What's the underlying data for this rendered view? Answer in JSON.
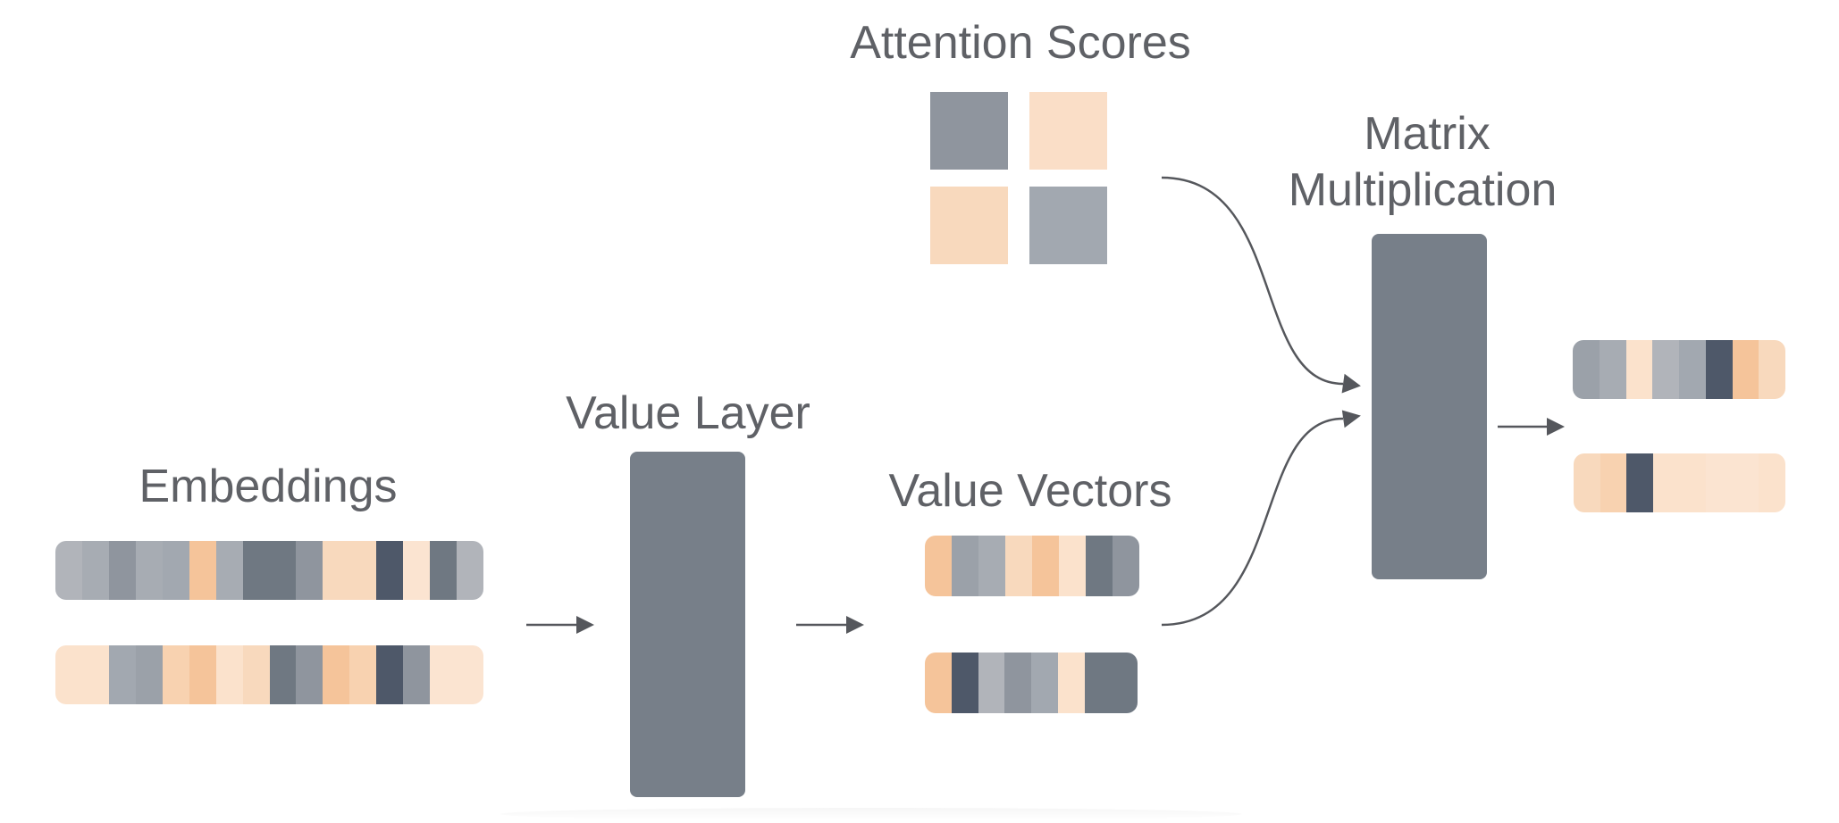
{
  "labels": {
    "embeddings": "Embeddings",
    "value_layer": "Value Layer",
    "value_vectors": "Value Vectors",
    "attention_scores": "Attention Scores",
    "matrix_mult_line1": "Matrix",
    "matrix_mult_line2": "Multiplication"
  },
  "colors": {
    "block": "#777f89",
    "arrow": "#55575c",
    "text": "#5f6166"
  },
  "embeddings": [
    [
      "#b1b4ba",
      "#a7acb3",
      "#8f959e",
      "#a7acb3",
      "#a2a8b0",
      "#f5c49a",
      "#a7acb3",
      "#6f7882",
      "#6f7882",
      "#8f959e",
      "#f8d9bd",
      "#f8d9bd",
      "#4e5869",
      "#fbe4d1",
      "#6f7882",
      "#b1b4ba"
    ],
    [
      "#fbe2cc",
      "#fbe2cc",
      "#a2a8b0",
      "#9ba1a9",
      "#f8d2b0",
      "#f5c49a",
      "#fbe2cc",
      "#f8d9bd",
      "#6f7882",
      "#8f959e",
      "#f5c49a",
      "#f8d2b0",
      "#4e5869",
      "#8f959e",
      "#fbe4d1",
      "#fbe4d1"
    ]
  ],
  "value_vectors": [
    [
      "#f5c49a",
      "#9ba1a9",
      "#a7acb3",
      "#f8d9bd",
      "#f5c49a",
      "#fbe2cc",
      "#6f7882",
      "#8f959e"
    ],
    [
      "#f5c49a",
      "#4e5869",
      "#b1b4ba",
      "#8f959e",
      "#a2a8b0",
      "#fbe2cc",
      "#6f7882",
      "#6f7882"
    ]
  ],
  "attention_scores": [
    "#8f959e",
    "#fadec7",
    "#f8d9bd",
    "#a2a8b0"
  ],
  "outputs": [
    [
      "#9ba1a9",
      "#a7acb3",
      "#fbe2cc",
      "#b1b4ba",
      "#a2a8b0",
      "#4e5869",
      "#f5c49a",
      "#f8d9bd"
    ],
    [
      "#f8d9bd",
      "#f8d2b0",
      "#4e5869",
      "#fbe2cc",
      "#fbe2cc",
      "#fbe4d1",
      "#fbe4d1",
      "#fbe2cc"
    ]
  ]
}
